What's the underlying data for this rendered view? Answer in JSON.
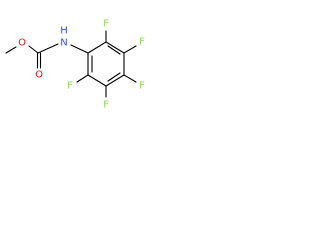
{
  "molecule": {
    "labels": {
      "oxygen_ether": "O",
      "oxygen_carbonyl": "O",
      "nitrogen": "N",
      "hydrogen": "H",
      "fluorine_2": "F",
      "fluorine_3": "F",
      "fluorine_4": "F",
      "fluorine_5": "F",
      "fluorine_6": "F"
    },
    "colors": {
      "oxygen": "#ff0d0d",
      "nitrogen": "#3050f8",
      "fluorine": "#90e050",
      "bond": "#000000"
    }
  }
}
